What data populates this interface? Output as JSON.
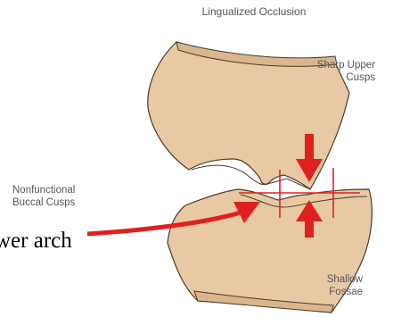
{
  "title": "Lingualized Occlusion",
  "labels": {
    "upper_cusps": [
      "Sharp Upper",
      "Cusps"
    ],
    "buccal_cusps": [
      "Nonfunctional",
      "Buccal Cusps"
    ],
    "fossae": [
      "Shallow",
      "Fossae"
    ]
  },
  "caption": "wer arch",
  "colors": {
    "tooth_fill": "#e8c9a4",
    "tooth_outline": "#4a3a2a",
    "arrow": "#e02020",
    "label_text": "#555555"
  }
}
